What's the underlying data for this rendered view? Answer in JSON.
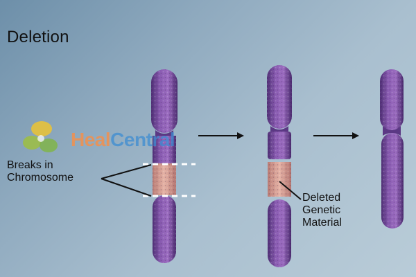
{
  "title": "Deletion",
  "labels": {
    "breaks_line1": "Breaks in",
    "breaks_line2": "Chromosome",
    "deleted_line1": "Deleted",
    "deleted_line2": "Genetic",
    "deleted_line3": "Material"
  },
  "watermark": {
    "part1": "Heal",
    "part2": "Central"
  },
  "colors": {
    "chromosome": "#7a4f9e",
    "segment": "#d9a295",
    "arrow": "#111111",
    "break_line": "#ffffff"
  },
  "icons": [
    "logo-leaf-icon",
    "right-arrow-icon"
  ]
}
